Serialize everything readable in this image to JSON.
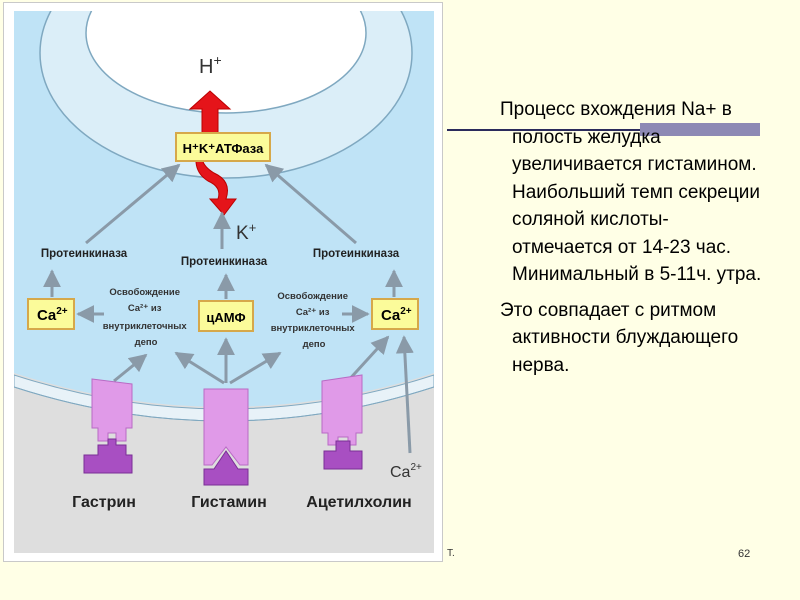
{
  "slide": {
    "paragraphs": [
      "Процесс вхождения Na+ в полость желудка увеличивается гистамином. Наибольший темп секреции соляной кислоты- отмечается от 14-23 час. Минимальный в 5-11ч. утра.",
      "Это совпадает с ритмом активности блуждающего нерва."
    ],
    "footer_left": "Т.",
    "page_number": "62"
  },
  "diagram": {
    "lumen_ion": "H",
    "lumen_ion_charge": "+",
    "pump_label": "H⁺K⁺АТФаза",
    "k_ion": "K",
    "k_ion_charge": "+",
    "kinase_left": "Протеинкиназа",
    "kinase_center": "Протеинкиназа",
    "kinase_right": "Протеинкиназа",
    "ca_left": "Ca",
    "ca_left_charge": "2+",
    "ca_right": "Ca",
    "ca_right_charge": "2+",
    "camp": "цАМФ",
    "release_left": [
      "Освобождение",
      "Ca²⁺ из",
      "внутриклеточных",
      "депо"
    ],
    "release_right": [
      "Освобождение",
      "Ca²⁺ из",
      "внутриклеточных",
      "депо"
    ],
    "ca_external": "Ca",
    "ca_external_charge": "2+",
    "ligand_left": "Гастрин",
    "ligand_center": "Гистамин",
    "ligand_right": "Ацетилхолин",
    "colors": {
      "cytoplasm": "#bfe3f6",
      "lumen": "#ffffff",
      "extracellular": "#dedede",
      "receptor": "#e09ae8",
      "ligand": "#a84fc2",
      "box_fill": "#fbfb9a",
      "box_border": "#d6a84a",
      "arrow": "#8a9aa8",
      "pump_red": "#e5141a"
    }
  }
}
